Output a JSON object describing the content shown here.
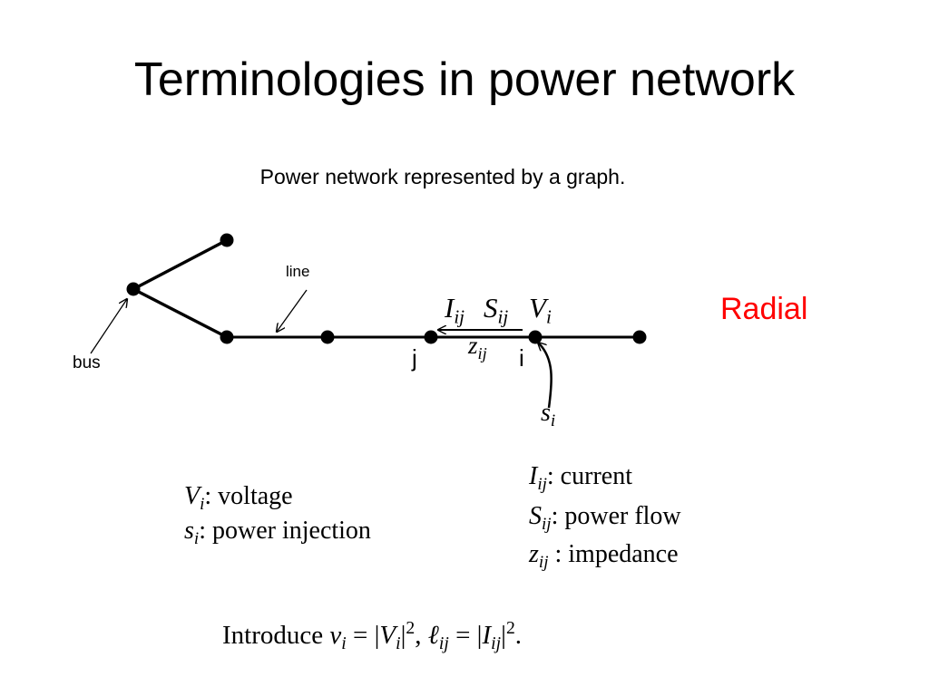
{
  "slide": {
    "title": "Terminologies in power network",
    "subtitle": "Power network represented by a graph."
  },
  "diagram": {
    "line_label": "line",
    "bus_label": "bus",
    "node_j": "j",
    "node_i": "i",
    "radial": "Radial",
    "current_sym": "I",
    "current_sub": "ij",
    "power_flow_sym": "S",
    "power_flow_sub": "ij",
    "voltage_sym": "V",
    "voltage_sub": "i",
    "impedance_sym": "z",
    "impedance_sub": "ij",
    "injection_sym": "s",
    "injection_sub": "i",
    "radial_color": "#ff0000"
  },
  "legend_left": [
    {
      "sym": "V",
      "sub": "i",
      "text": ": voltage"
    },
    {
      "sym": "s",
      "sub": "i",
      "text": ": power injection"
    }
  ],
  "legend_right": [
    {
      "sym": "I",
      "sub": "ij",
      "text": ": current"
    },
    {
      "sym": "S",
      "sub": "ij",
      "text": ": power flow"
    },
    {
      "sym": "z",
      "sub": "ij",
      "text": " : impedance"
    }
  ],
  "formula": {
    "intro": "Introduce",
    "v": "v",
    "v_sub": "i",
    "eq1": "= |",
    "V": "V",
    "V_sub": "i",
    "bar1": "|",
    "sq1": "2",
    "comma": ", ",
    "ell": "ℓ",
    "ell_sub": "ij",
    "eq2": "= |",
    "I": "I",
    "I_sub": "ij",
    "bar2": "|",
    "sq2": "2",
    "end": "."
  }
}
